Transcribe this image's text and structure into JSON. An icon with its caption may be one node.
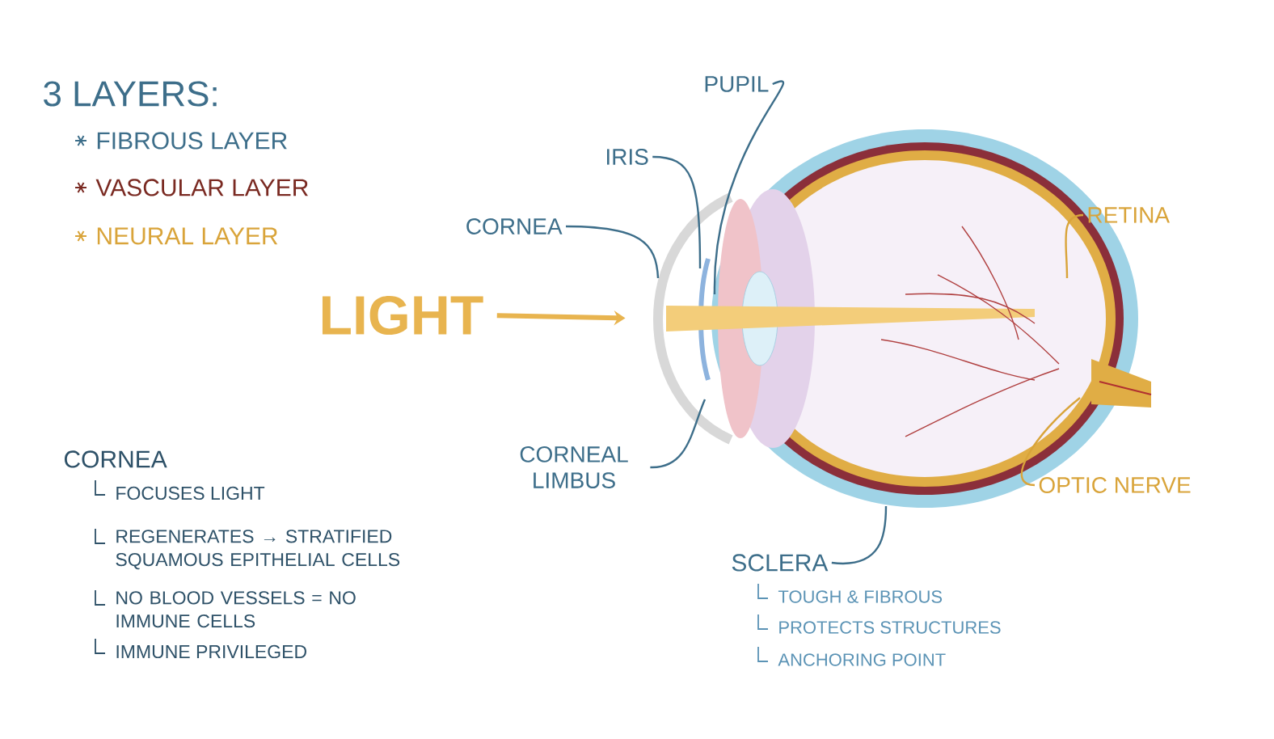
{
  "diagram": {
    "nodes": [
      {
        "text": [
          "PUPIL"
        ]
      },
      {
        "text": [
          "IRIS"
        ]
      },
      {
        "text": [
          "CORNEA"
        ]
      },
      {
        "text": [
          "RETINA"
        ]
      },
      {
        "text": [
          "LIGHT"
        ]
      },
      {
        "text": [],
        "shape": "picture"
      },
      {
        "text": [
          "CORNEAL LIMBUS"
        ]
      },
      {
        "text": [
          "OPTIC NERVE"
        ]
      },
      {
        "text": [
          "SCLERA"
        ]
      }
    ],
    "edges": [
      {
        "from": 0,
        "to": 5,
        "arrow": "none"
      },
      {
        "from": 1,
        "to": 5,
        "arrow": "none"
      },
      {
        "from": 2,
        "to": 5,
        "arrow": "none"
      },
      {
        "from": 3,
        "to": 5,
        "arrow": "none",
        "color": "#d9a43a"
      },
      {
        "from": 4,
        "to": 5,
        "arrow": "to",
        "style": "thick",
        "color": "#e8b44f"
      },
      {
        "from": 6,
        "to": 5,
        "arrow": "none"
      },
      {
        "from": 7,
        "to": 5,
        "arrow": "none",
        "color": "#d9a43a"
      },
      {
        "from": 8,
        "to": 5,
        "arrow": "none"
      }
    ],
    "labels": [
      "3 LAYERS:",
      "FIBROUS LAYER",
      "VASCULAR LAYER",
      "NEURAL LAYER",
      "CORNEA",
      "FOCUSES LIGHT",
      "REGENERATES → STRATIFIED SQUAMOUS EPITHELIAL CELLS",
      "NO BLOOD VESSELS = NO IMMUNE CELLS",
      "IMMUNE PRIVILEGED",
      "TOUGH & FIBROUS",
      "PROTECTS STRUCTURES",
      "ANCHORING POINT"
    ]
  }
}
